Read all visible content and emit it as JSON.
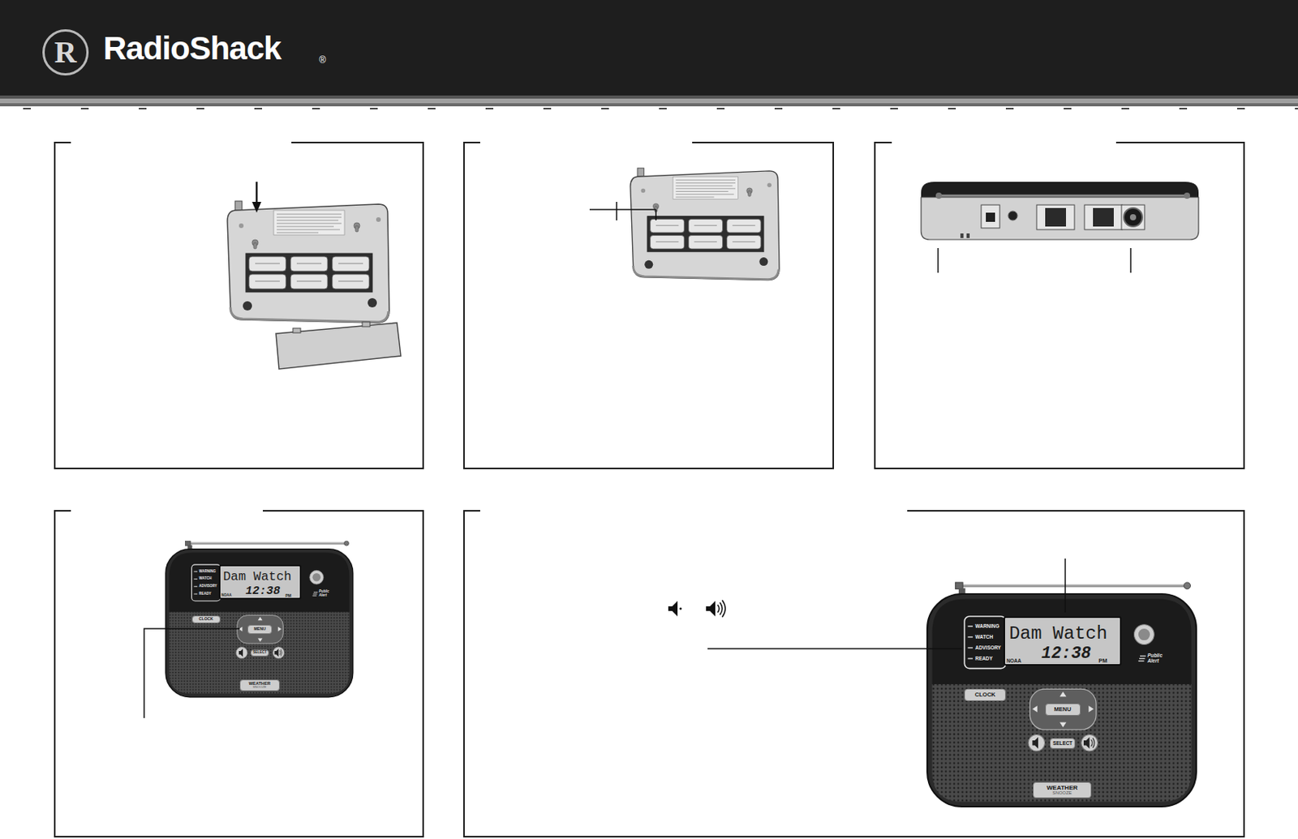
{
  "diagram": {
    "nodes": [
      {
        "text": [
          "R"
        ]
      },
      {
        "text": [
          "Dam Watch",
          "12:38",
          "PM",
          "NOAA"
        ]
      },
      {
        "text": [
          "CLOCK"
        ]
      },
      {
        "text": [
          "MENU"
        ]
      },
      {
        "text": [
          "SELECT"
        ]
      },
      {
        "text": [
          "WEATHER",
          "SNOOZE"
        ]
      },
      {
        "text": [
          "Dam Watch",
          "12:38",
          "PM",
          "NOAA"
        ]
      },
      {
        "text": [
          "CLOCK"
        ]
      },
      {
        "text": [
          "MENU"
        ]
      },
      {
        "text": [
          "SELECT"
        ]
      },
      {
        "text": [
          "WEATHER",
          "SNOOZE"
        ]
      }
    ],
    "labels": [
      "RadioShack",
      "®",
      "WARNING",
      "WATCH",
      "ADVISORY",
      "READY",
      "Public Alert",
      "WARNING",
      "WATCH",
      "ADVISORY",
      "READY",
      "Public Alert"
    ]
  }
}
